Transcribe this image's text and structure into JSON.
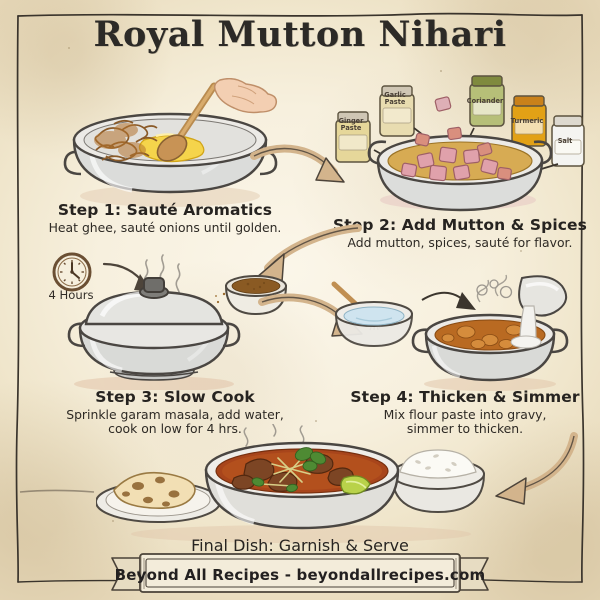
{
  "poster": {
    "title": "Royal Mutton Nihari",
    "background_color": "#f6efdd",
    "ink_color": "#2c2a27",
    "accent_color": "#b08b5e"
  },
  "steps": [
    {
      "id": "step-1",
      "title": "Step 1: Sauté Aromatics",
      "description": "Heat ghee, sauté onions until golden.",
      "illustration": "pan-with-onions-ghee-and-wooden-spoon-held-by-hand"
    },
    {
      "id": "step-2",
      "title": "Step 2: Add Mutton & Spices",
      "description": "Add mutton, spices, sauté for flavor.",
      "illustration": "pan-with-raw-mutton-cubes-and-spice-jars",
      "jars": [
        {
          "label": "Ginger Paste",
          "color": "#e6d79a"
        },
        {
          "label": "Garlic Paste",
          "color": "#e8dcb0"
        },
        {
          "label": "Coriander",
          "color": "#9aa855"
        },
        {
          "label": "Turmeric",
          "color": "#e2a116"
        },
        {
          "label": "Salt",
          "color": "#f2f2f0"
        }
      ]
    },
    {
      "id": "step-3",
      "title": "Step 3: Slow Cook",
      "description_line_1": "Sprinkle garam masala, add water,",
      "description_line_2": "cook on low for 4 hrs.",
      "illustration": "covered-pot-on-flame-with-garam-masala-bowl",
      "timer_label": "4 Hours"
    },
    {
      "id": "step-4",
      "title": "Step 4: Thicken & Simmer",
      "description_line_1": "Mix flour paste into gravy,",
      "description_line_2": "simmer to thicken.",
      "illustration": "whisk-bowl-of-flour-paste-poured-into-gravy-pot"
    }
  ],
  "final": {
    "title": "Final Dish: Garnish & Serve",
    "illustration": "nihari-bowl-with-naan-and-rice-garnished-with-cilantro-ginger-lime"
  },
  "banner": {
    "text": "Beyond All Recipes - beyondallrecipes.com"
  }
}
